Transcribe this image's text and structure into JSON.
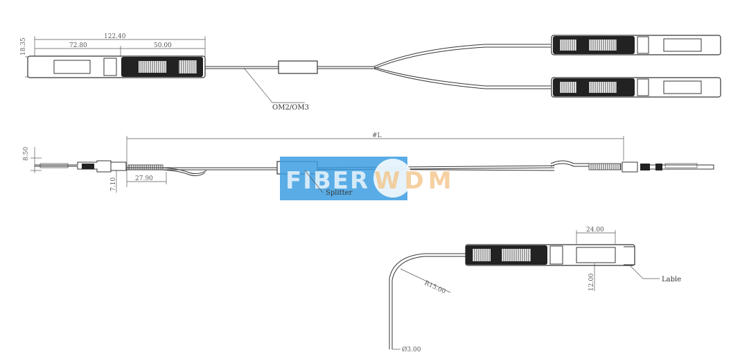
{
  "top_view": {
    "overall_length": "122.40",
    "left_segment": "72.80",
    "right_segment": "50.00",
    "height": "18.35",
    "cable_label": "OM2/OM3"
  },
  "side_view": {
    "length": "#L",
    "height": "8.50",
    "pull_tab": "27.90",
    "thickness": "7.10",
    "splitter_label": "Splitter"
  },
  "detail_view": {
    "label_width": "24.00",
    "label_height": "12.00",
    "bend_radius": "R15.00",
    "cable_diameter": "Ø3.00",
    "label_callout": "Lable"
  },
  "watermark": {
    "brand_left": "FIBER",
    "brand_right": "WDM"
  },
  "colors": {
    "watermark_blue": "#3c9ee0",
    "watermark_orange": "#f3b36b",
    "line": "#333333"
  }
}
